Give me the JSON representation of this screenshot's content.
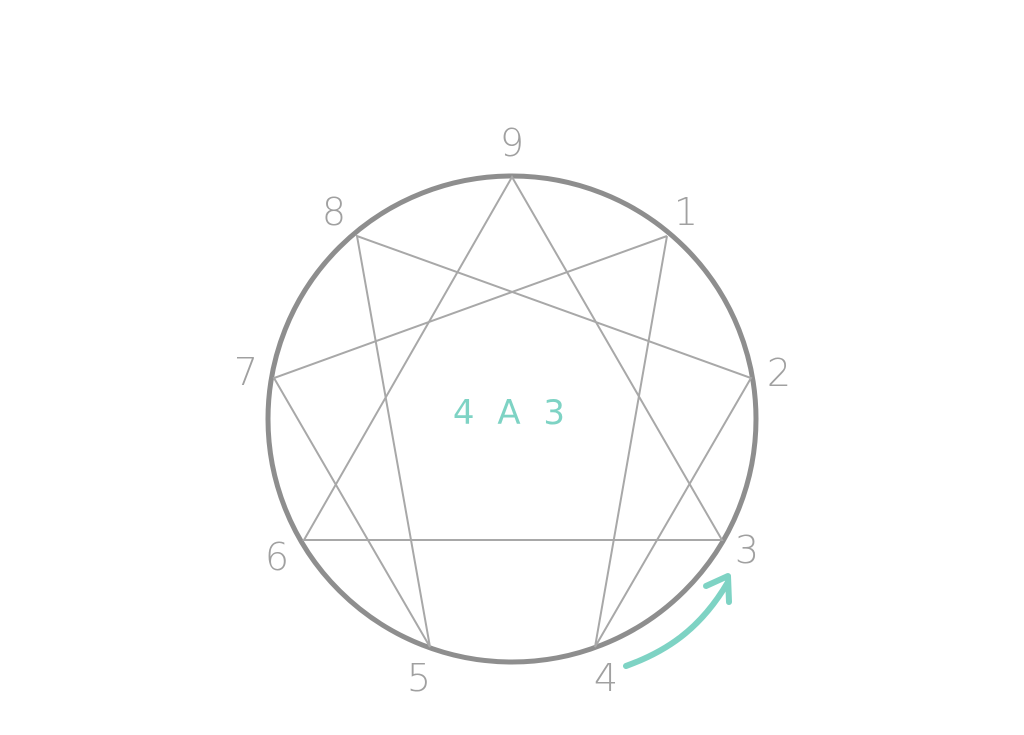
{
  "center_label": "4 A 3",
  "points": [
    {
      "label": "9"
    },
    {
      "label": "1"
    },
    {
      "label": "2"
    },
    {
      "label": "3"
    },
    {
      "label": "4"
    },
    {
      "label": "5"
    },
    {
      "label": "6"
    },
    {
      "label": "7"
    },
    {
      "label": "8"
    }
  ],
  "connections": {
    "triangle": [
      "9",
      "3",
      "6"
    ],
    "hexad": [
      "1",
      "4",
      "2",
      "8",
      "5",
      "7",
      "1"
    ]
  },
  "movement": {
    "from": "4",
    "to": "3"
  },
  "colors": {
    "circle": "#8e8e8e",
    "lines": "#a8a8a8",
    "labels": "#a0a0a0",
    "accent": "#7ed3c4"
  }
}
